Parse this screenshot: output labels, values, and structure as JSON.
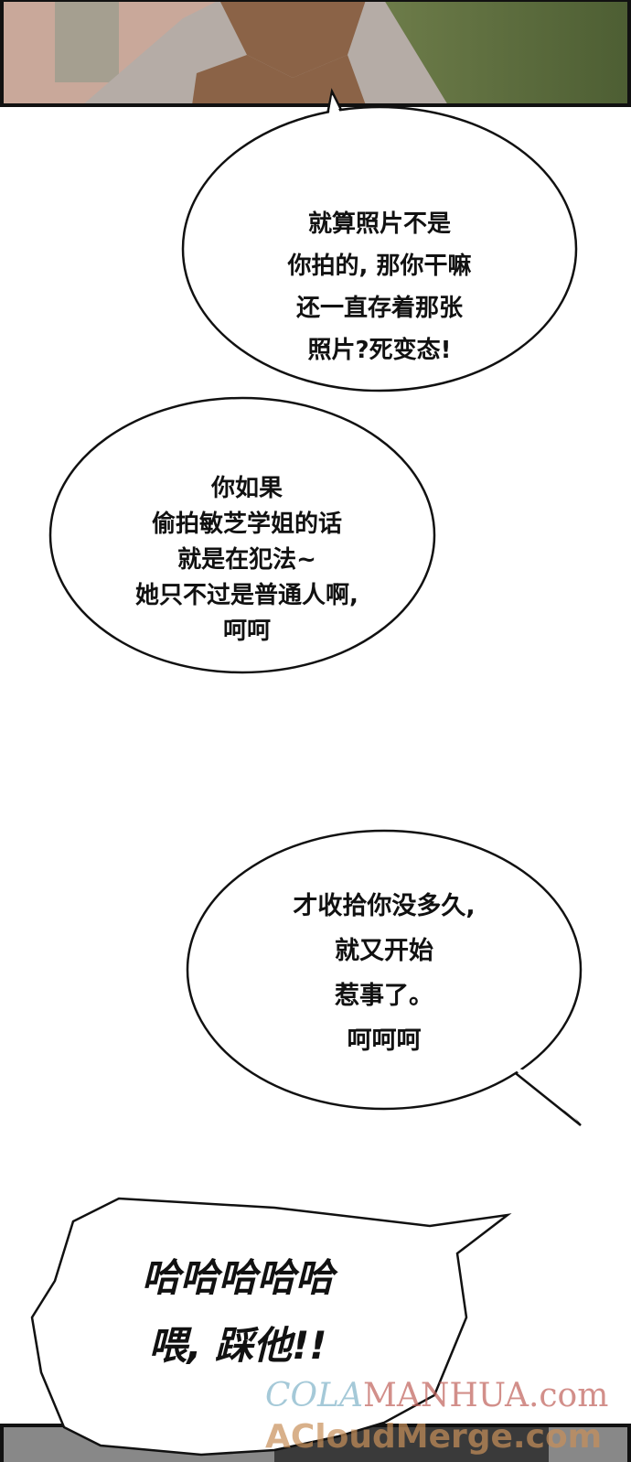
{
  "bubbles": [
    {
      "lines": [
        "就算照片不是",
        "你拍的, 那你干嘛",
        "还一直存着那张",
        "照片?死变态!"
      ]
    },
    {
      "lines": [
        "你如果",
        "偷拍敏芝学姐的话",
        "就是在犯法~",
        "她只不过是普通人啊,",
        "呵呵"
      ]
    },
    {
      "lines": [
        "才收拾你没多久,",
        "就又开始",
        "惹事了。",
        "呵呵呵"
      ]
    },
    {
      "lines": [
        "哈哈哈哈哈",
        "喂, 踩他!!"
      ]
    }
  ],
  "watermark": {
    "line1a": "COLA",
    "line1b": "MANHUA.com",
    "line2": "ACloudMerge.com"
  },
  "colors": {
    "panel_border": "#111111",
    "wm_blue": "#7fb3c8",
    "wm_red": "#c0605a",
    "wm_orange": "#c8905a"
  }
}
